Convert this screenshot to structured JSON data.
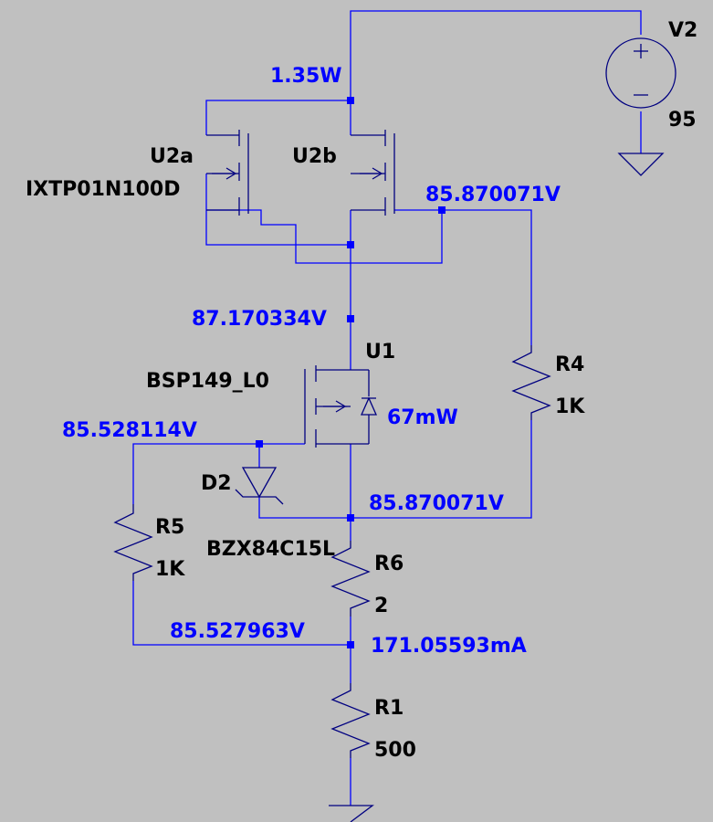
{
  "components": {
    "v2": {
      "ref": "V2",
      "value": "95"
    },
    "u2a": {
      "ref": "U2a",
      "part": "IXTP01N100D"
    },
    "u2b": {
      "ref": "U2b"
    },
    "u1": {
      "ref": "U1",
      "part": "BSP149_L0",
      "power": "67mW"
    },
    "d2": {
      "ref": "D2",
      "part": "BZX84C15L"
    },
    "r4": {
      "ref": "R4",
      "value": "1K"
    },
    "r5": {
      "ref": "R5",
      "value": "1K"
    },
    "r6": {
      "ref": "R6",
      "value": "2"
    },
    "r1": {
      "ref": "R1",
      "value": "500"
    }
  },
  "annotations": {
    "u2b_drain_power": "1.35W",
    "u2b_gate_voltage": "85.870071V",
    "u1_drain_voltage": "87.170334V",
    "u1_gate_voltage": "85.528114V",
    "u1_source_voltage": "85.870071V",
    "r1_top_voltage": "85.527963V",
    "load_current": "171.05593mA"
  }
}
